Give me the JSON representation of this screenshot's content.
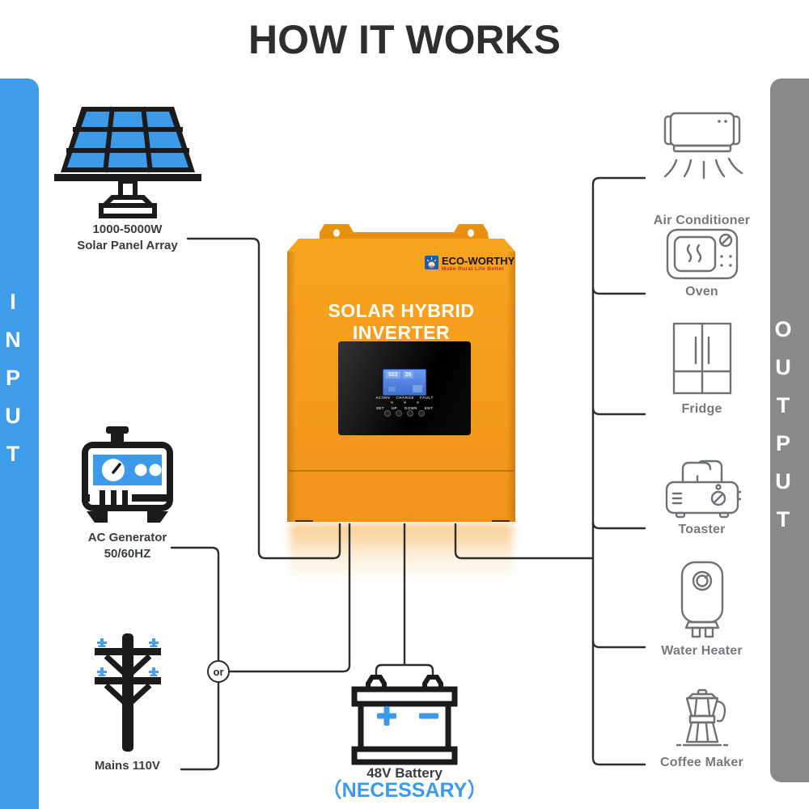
{
  "title": "HOW IT WORKS",
  "input_panel": {
    "label": "INPUT",
    "color": "#3F9CE9"
  },
  "output_panel": {
    "label": "OUTPUT",
    "color": "#87898B"
  },
  "inputs": [
    {
      "label_line1": "1000-5000W",
      "label_line2": "Solar Panel Array",
      "icon": "solar-panel-array-icon"
    },
    {
      "label_line1": "AC Generator",
      "label_line2": "50/60HZ",
      "icon": "ac-generator-icon"
    },
    {
      "label_line1": "Mains 110V",
      "label_line2": "",
      "icon": "mains-power-pole-icon"
    }
  ],
  "or_connector": "or",
  "inverter": {
    "brand": "ECO-WORTHY",
    "slogan": "Make Rural Life Better",
    "product_name": "SOLAR HYBRID INVERTER",
    "lcd": {
      "value_left": "523",
      "value_right": "26"
    },
    "status_leds": [
      "AC/INV",
      "CHARGE",
      "FAULT"
    ],
    "buttons": [
      "SET",
      "UP",
      "DOWN",
      "ENT"
    ]
  },
  "battery": {
    "plus": "+",
    "minus": "−",
    "label": "48V Battery",
    "note": "（NECESSARY）"
  },
  "outputs": [
    {
      "label": "Air Conditioner",
      "icon": "air-conditioner-icon"
    },
    {
      "label": "Oven",
      "icon": "oven-icon"
    },
    {
      "label": "Fridge",
      "icon": "fridge-icon"
    },
    {
      "label": "Toaster",
      "icon": "toaster-icon"
    },
    {
      "label": "Water Heater",
      "icon": "water-heater-icon"
    },
    {
      "label": "Coffee Maker",
      "icon": "coffee-maker-icon"
    }
  ],
  "colors": {
    "accent_blue": "#3D9AE8",
    "inverter_orange": "#F5A01E",
    "bracket_orange": "#E8900F",
    "wire": "#2d2d2d",
    "input_label_text": "#3A3D40",
    "output_label_text": "#76797C",
    "icon_outline_gray": "#6E7275",
    "brand_blue": "#1F5AA8",
    "slogan_red": "#B8352A",
    "lcd_blue": "#4A7FD8"
  }
}
